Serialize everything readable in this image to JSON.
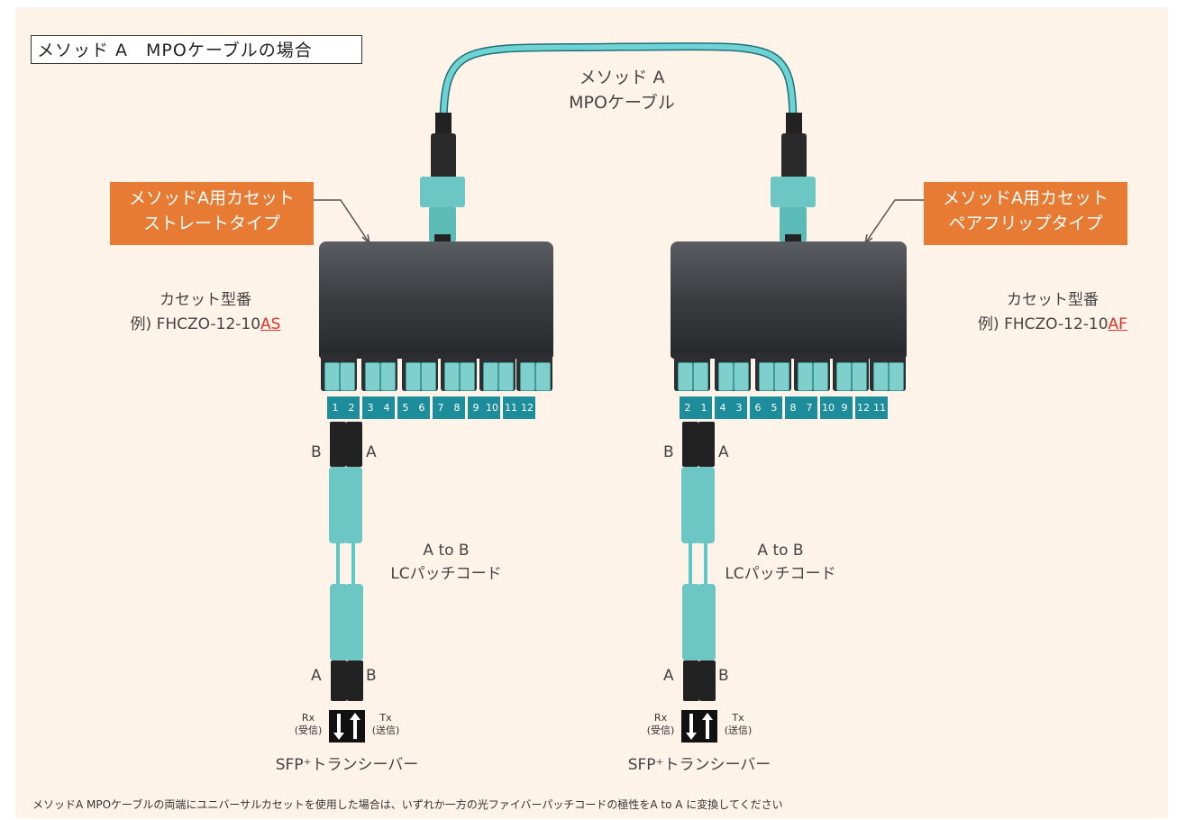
{
  "title": "メソッド A　MPOケーブルの場合",
  "mpo_cable": {
    "line1": "メソッド A",
    "line2": "MPOケーブル"
  },
  "left": {
    "badge_line1": "メソッドA用カセット",
    "badge_line2": "ストレートタイプ",
    "model_line1": "カセット型番",
    "model_prefix": "例) FHCZO-12-10",
    "model_suffix": "AS",
    "port_numbers": [
      [
        "1",
        "2"
      ],
      [
        "3",
        "4"
      ],
      [
        "5",
        "6"
      ],
      [
        "7",
        "8"
      ],
      [
        "9",
        "10"
      ],
      [
        "11",
        "12"
      ]
    ],
    "top_b": "B",
    "top_a": "A",
    "bottom_a": "A",
    "bottom_b": "B",
    "patch_line1": "A to B",
    "patch_line2": "LCパッチコード",
    "rx": "Rx",
    "rx_sub": "(受信)",
    "tx": "Tx",
    "tx_sub": "(送信)",
    "sfp": "SFP⁺トランシーバー"
  },
  "right": {
    "badge_line1": "メソッドA用カセット",
    "badge_line2": "ペアフリップタイプ",
    "model_line1": "カセット型番",
    "model_prefix": "例) FHCZO-12-10",
    "model_suffix": "AF",
    "port_numbers": [
      [
        "2",
        "1"
      ],
      [
        "4",
        "3"
      ],
      [
        "6",
        "5"
      ],
      [
        "8",
        "7"
      ],
      [
        "10",
        "9"
      ],
      [
        "12",
        "11"
      ]
    ],
    "top_b": "B",
    "top_a": "A",
    "bottom_a": "A",
    "bottom_b": "B",
    "patch_line1": "A to B",
    "patch_line2": "LCパッチコード",
    "rx": "Rx",
    "rx_sub": "(受信)",
    "tx": "Tx",
    "tx_sub": "(送信)",
    "sfp": "SFP⁺トランシーバー"
  },
  "footnote": "メソッドA MPOケーブルの両端にユニバーサルカセットを使用した場合は、いずれか一方の光ファイバーパッチコードの極性をA to A に変換してください",
  "colors": {
    "panel": "#fdf3e8",
    "badge": "#e87b34",
    "aqua": "#5cc8c8",
    "port_label": "#1d8d9c",
    "accent_red": "#e2332b"
  }
}
